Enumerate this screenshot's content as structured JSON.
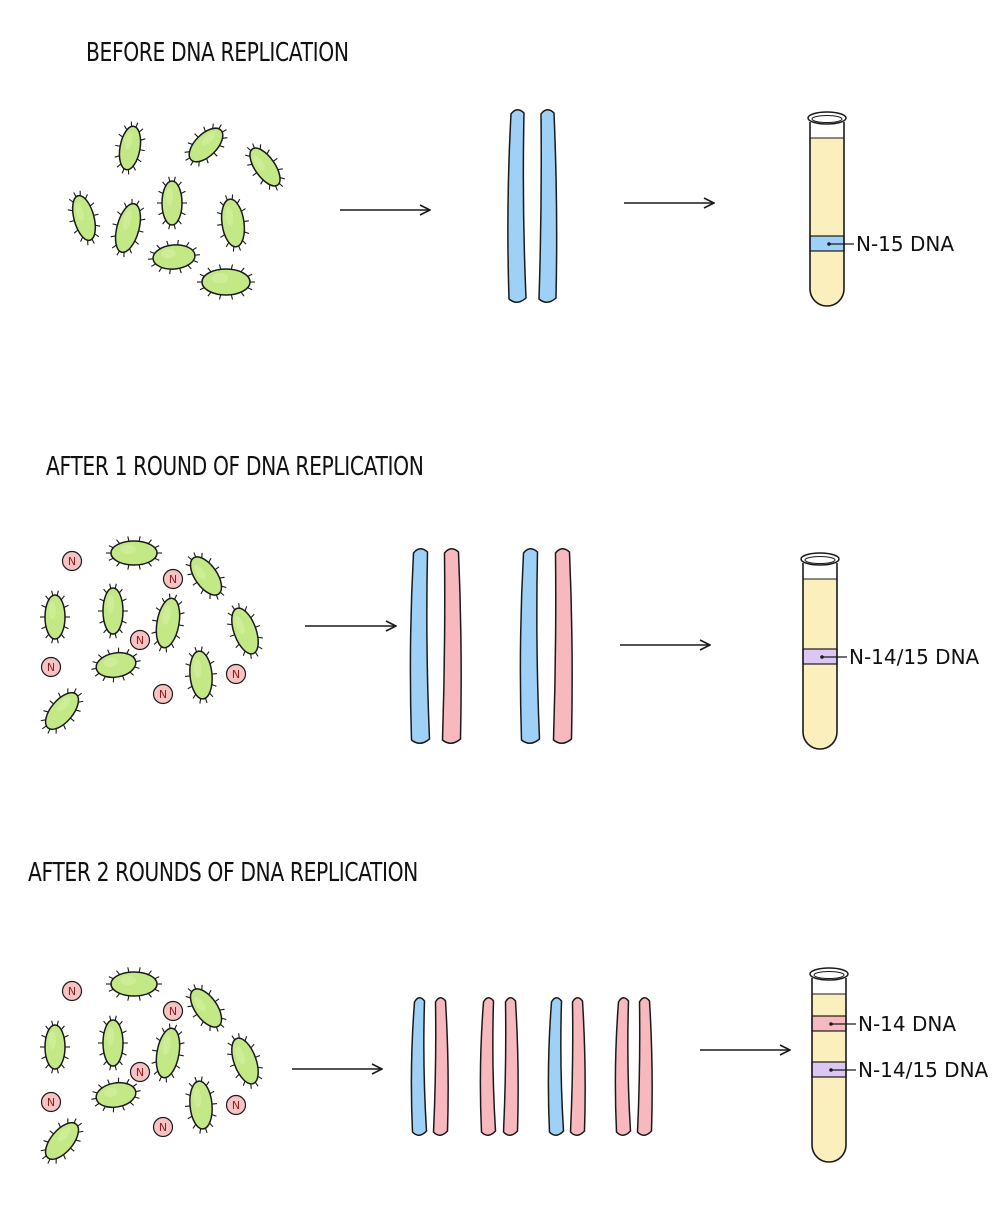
{
  "colors": {
    "bacterium_fill": "#c3e886",
    "n15_strand": "#9fd0f5",
    "n14_strand": "#f7b9bd",
    "hybrid_band": "#dcc6f2",
    "tube_fill": "#fbf0bd",
    "nitrogen_fill": "#f8c3c3",
    "outline": "#1a1a1a"
  },
  "rows": [
    {
      "title": "BEFORE DNA REPLICATION",
      "has_nitrogen_atoms": false,
      "strands": [
        "n15",
        "n15"
      ],
      "bands": [
        {
          "type": "n15",
          "label": "N-15 DNA"
        }
      ]
    },
    {
      "title": "AFTER 1 ROUND OF DNA REPLICATION",
      "has_nitrogen_atoms": true,
      "nitrogen_symbol": "N",
      "strands": [
        "n15",
        "n14",
        "n15",
        "n14"
      ],
      "bands": [
        {
          "type": "hybrid",
          "label": "N-14/15 DNA"
        }
      ]
    },
    {
      "title": "AFTER 2 ROUNDS OF DNA REPLICATION",
      "has_nitrogen_atoms": true,
      "nitrogen_symbol": "N",
      "strands": [
        "n15",
        "n14",
        "n14",
        "n14",
        "n15",
        "n14",
        "n14",
        "n14"
      ],
      "bands": [
        {
          "type": "n14",
          "label": "N-14 DNA"
        },
        {
          "type": "hybrid",
          "label": "N-14/15 DNA"
        }
      ]
    }
  ]
}
